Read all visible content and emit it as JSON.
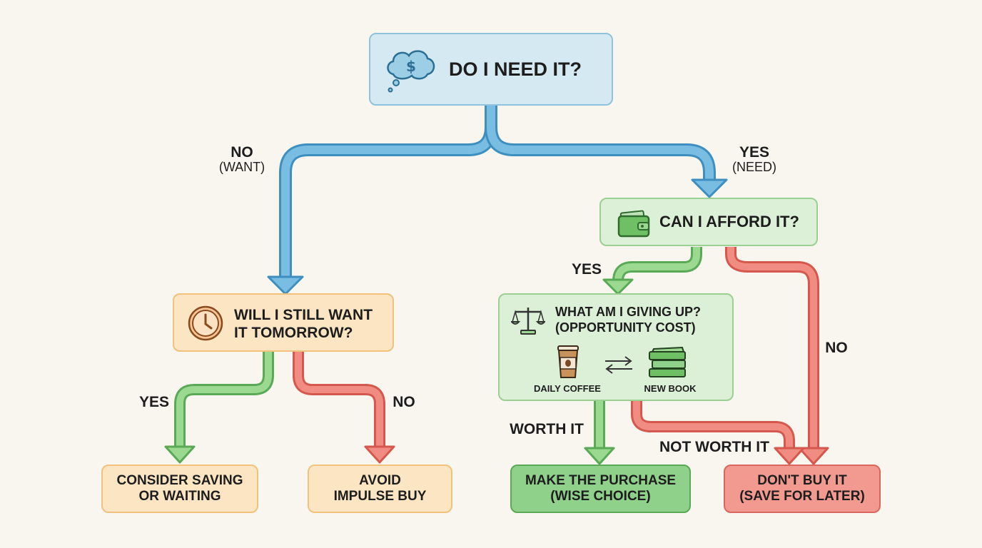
{
  "nodes": {
    "need": {
      "title": "DO I NEED IT?"
    },
    "afford": {
      "title": "CAN I AFFORD IT?"
    },
    "tomorrow": {
      "line1": "WILL I STILL WANT",
      "line2": "IT TOMORROW?"
    },
    "giving_up": {
      "line1": "WHAT AM I GIVING UP?",
      "line2": "(OPPORTUNITY COST)",
      "item_left": "DAILY COFFEE",
      "item_right": "NEW BOOK"
    },
    "saving": {
      "line1": "CONSIDER SAVING",
      "line2": "OR WAITING"
    },
    "avoid": {
      "line1": "AVOID",
      "line2": "IMPULSE BUY"
    },
    "purchase": {
      "line1": "MAKE THE PURCHASE",
      "line2": "(WISE CHOICE)"
    },
    "dont_buy": {
      "line1": "DON'T BUY IT",
      "line2": "(SAVE FOR LATER)"
    }
  },
  "edges": {
    "no_want": {
      "label": "NO",
      "sub": "(WANT)"
    },
    "yes_need": {
      "label": "YES",
      "sub": "(NEED)"
    },
    "afford_yes": {
      "label": "YES"
    },
    "afford_no": {
      "label": "NO"
    },
    "tomorrow_yes": {
      "label": "YES"
    },
    "tomorrow_no": {
      "label": "NO"
    },
    "worth_it": {
      "label": "WORTH IT"
    },
    "not_worth_it": {
      "label": "NOT WORTH IT"
    }
  },
  "colors": {
    "blue_arrow": "#5aa5d3",
    "green_arrow": "#6fbf64",
    "red_arrow": "#e36a5e",
    "orange_arrow": "#f0a24a"
  }
}
